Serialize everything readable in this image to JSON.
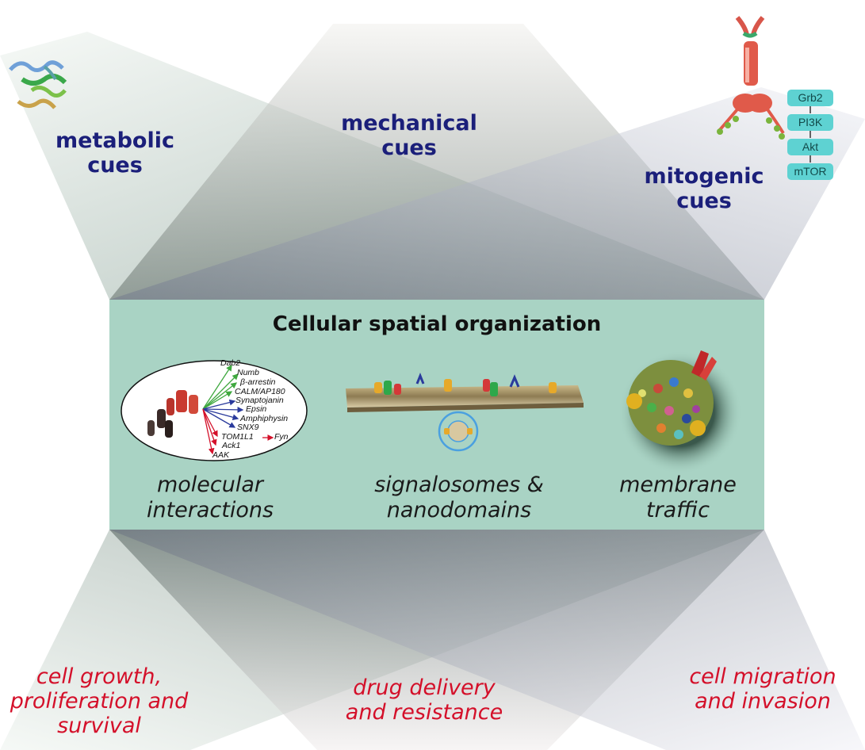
{
  "inputs": {
    "metabolic": [
      "metabolic",
      "cues"
    ],
    "mechanical": [
      "mechanical",
      "cues"
    ],
    "mitogenic": [
      "mitogenic",
      "cues"
    ]
  },
  "pathway": [
    "Grb2",
    "PI3K",
    "Akt",
    "mTOR"
  ],
  "panel": {
    "title": "Cellular spatial organization",
    "sections": [
      {
        "label": [
          "molecular",
          "interactions"
        ]
      },
      {
        "label": [
          "signalosomes &",
          "nanodomains"
        ]
      },
      {
        "label": [
          "membrane",
          "traffic"
        ]
      }
    ],
    "interaction_partners": [
      "Dab2",
      "Numb",
      "β-arrestin",
      "CALM/AP180",
      "Synaptojanin",
      "Epsin",
      "Amphiphysin",
      "SNX9",
      "TOM1L1",
      "Fyn",
      "Ack1",
      "AAK"
    ]
  },
  "outputs": {
    "growth": [
      "cell growth,",
      "proliferation and",
      "survival"
    ],
    "drug": [
      "drug delivery",
      "and resistance"
    ],
    "migration": [
      "cell migration",
      "and invasion"
    ]
  },
  "colors": {
    "cue_text": "#1b1f7a",
    "outcome_text": "#d4102a",
    "panel_fill": "#a9d3c4",
    "pathway_box": "#5ed2d2"
  }
}
